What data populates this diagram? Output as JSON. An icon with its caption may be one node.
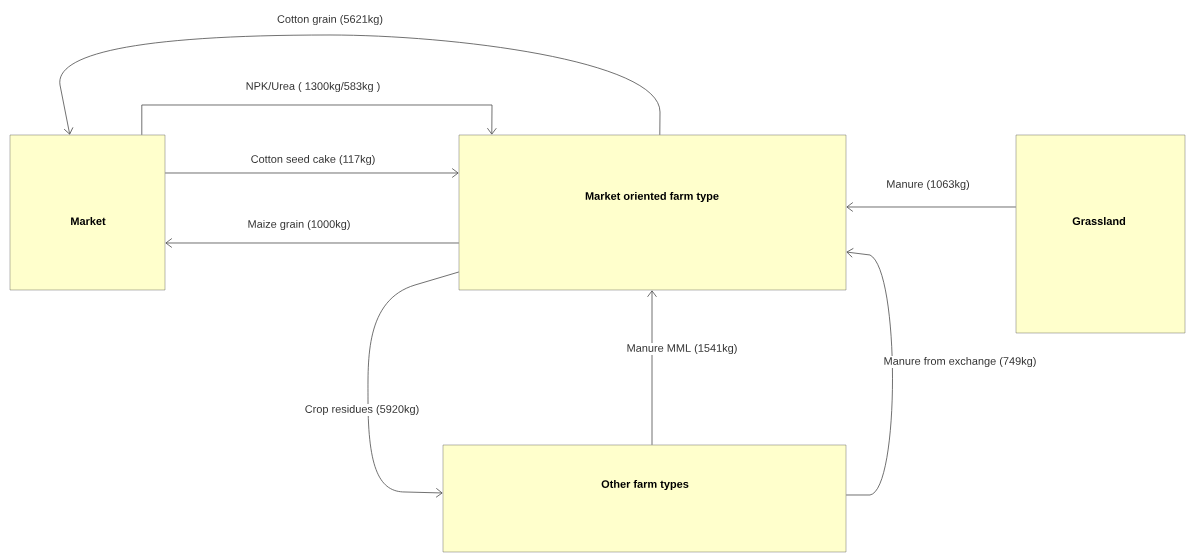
{
  "diagram": {
    "nodes": [
      {
        "text": [
          "Market"
        ]
      },
      {
        "text": [
          "Market oriented farm type"
        ]
      },
      {
        "text": [
          "Grassland"
        ]
      },
      {
        "text": [
          "Other farm types"
        ]
      }
    ],
    "edges": [
      {
        "from": 1,
        "to": 0,
        "arrow": "to",
        "label": "Cotton grain (5621kg)"
      },
      {
        "from": 0,
        "to": 1,
        "arrow": "to",
        "label": "NPK/Urea ( 1300kg/583kg )"
      },
      {
        "from": 0,
        "to": 1,
        "arrow": "to",
        "label": "Cotton seed cake (117kg)"
      },
      {
        "from": 1,
        "to": 0,
        "arrow": "to",
        "label": "Maize grain (1000kg)"
      },
      {
        "from": 2,
        "to": 1,
        "arrow": "to",
        "label": "Manure (1063kg)"
      },
      {
        "from": 1,
        "to": 3,
        "arrow": "to",
        "label": "Crop residues (5920kg)"
      },
      {
        "from": 3,
        "to": 1,
        "arrow": "to",
        "label": "Manure MML (1541kg)"
      },
      {
        "from": 3,
        "to": 1,
        "arrow": "to",
        "label": "Manure from exchange (749kg)"
      }
    ]
  }
}
